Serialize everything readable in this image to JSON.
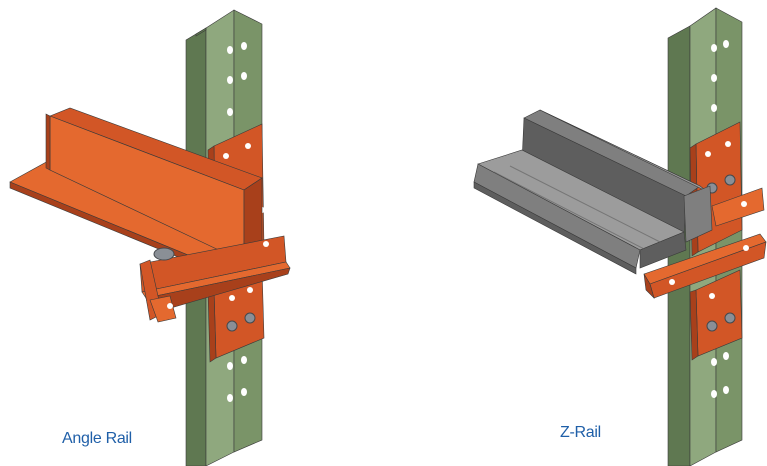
{
  "captions": {
    "angle_rail": "Angle Rail",
    "z_rail": "Z-Rail"
  },
  "colors": {
    "caption_text": "#1f5fa8",
    "upright_light": "#8fa87e",
    "upright_mid": "#7a9468",
    "upright_dark": "#5f7851",
    "bracket_light": "#e4692f",
    "bracket_mid": "#d25626",
    "bracket_dark": "#a8401b",
    "rail_grey_light": "#9c9c9c",
    "rail_grey_mid": "#7f7f7f",
    "rail_grey_dark": "#5e5e5e",
    "bolt": "#8a8f96",
    "hole": "#ffffff"
  },
  "icons": {
    "left_illustration": "angle-rail-bracket-illustration",
    "right_illustration": "z-rail-bracket-illustration"
  }
}
